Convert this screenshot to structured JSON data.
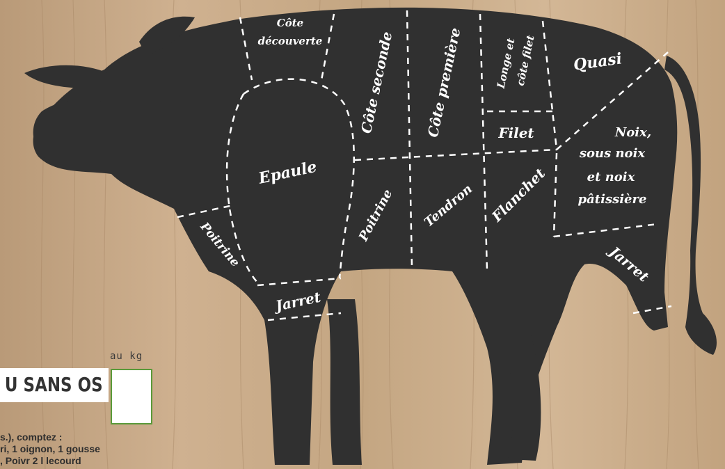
{
  "label": {
    "unit": "au kg",
    "title": "U SANS OS",
    "desc_lines": [
      "s.), comptez :",
      "ri, 1 oignon, 1 gousse",
      "  , Poivr 2 l lecourd"
    ]
  },
  "cuts": {
    "cote_decouverte_1": "Côte",
    "cote_decouverte_2": "découverte",
    "cote_seconde": "Côte seconde",
    "cote_premiere": "Côte première",
    "longe_1": "Longe et",
    "longe_2": "côte filet",
    "quasi": "Quasi",
    "filet": "Filet",
    "epaule": "Epaule",
    "noix_1": "Noix,",
    "noix_2": "sous noix",
    "noix_3": "et noix",
    "noix_4": "pâtissière",
    "poitrine_front": "Poitrine",
    "poitrine_mid": "Poitrine",
    "tendron": "Tendron",
    "flanchet": "Flanchet",
    "jarret_front": "Jarret",
    "jarret_rear": "Jarret"
  },
  "colors": {
    "wood": "#c9ab87",
    "cow": "#303030",
    "accent": "#5a9a3a"
  }
}
